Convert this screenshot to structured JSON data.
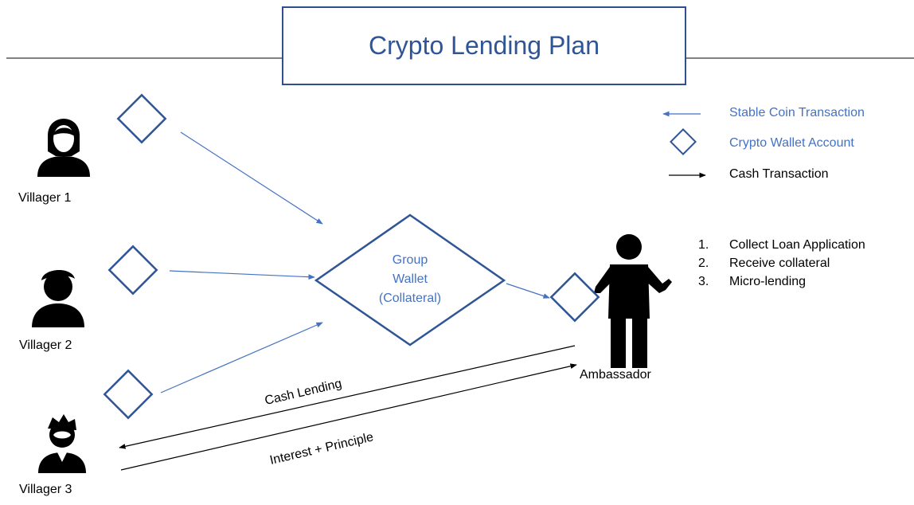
{
  "title": "Crypto Lending Plan",
  "colors": {
    "title_border": "#2f4f8f",
    "title_text": "#2f5597",
    "stable_coin": "#4472c4",
    "wallet": "#2f5597",
    "cash": "#000000",
    "person": "#000000"
  },
  "legend": {
    "stable_coin_label": "Stable Coin Transaction",
    "wallet_label": "Crypto Wallet Account",
    "cash_label": "Cash Transaction"
  },
  "nodes": {
    "villager1": "Villager 1",
    "villager2": "Villager 2",
    "villager3": "Villager 3",
    "ambassador": "Ambassador",
    "group_wallet_line1": "Group",
    "group_wallet_line2": "Wallet",
    "group_wallet_line3": "(Collateral)"
  },
  "edges": {
    "cash_lending": "Cash Lending",
    "interest_principle": "Interest + Principle"
  },
  "steps": [
    {
      "num": "1.",
      "text": "Collect Loan Application"
    },
    {
      "num": "2.",
      "text": "Receive collateral"
    },
    {
      "num": "3.",
      "text": "Micro-lending"
    }
  ],
  "icons": {
    "villager1": "woman-user-icon",
    "villager2": "man-user-icon",
    "villager3": "businessman-user-icon",
    "ambassador": "standing-person-shrug-icon",
    "wallet": "diamond-wallet-icon"
  }
}
